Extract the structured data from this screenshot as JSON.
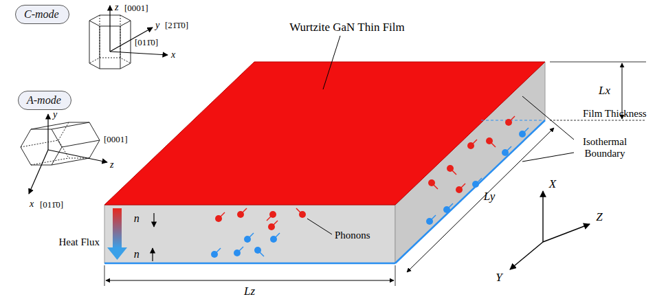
{
  "diagram": {
    "nodes": [
      {
        "text": [
          "C-mode"
        ]
      },
      {
        "text": [
          "A-mode"
        ]
      }
    ],
    "labels": [
      "z",
      "[0001]",
      "y",
      "[21̄1̄0]",
      "[011̄0]",
      "x",
      "y",
      "[0001]",
      "z",
      "x",
      "[011̄0]",
      "Wurtzite GaN Thin Film",
      "Lx",
      "Film Thickness",
      "Isothermal Boundary",
      "Phonons",
      "Heat Flux",
      "n⃗",
      "n⃗",
      "Ly",
      "Lz",
      "X",
      "Y",
      "Z"
    ]
  }
}
